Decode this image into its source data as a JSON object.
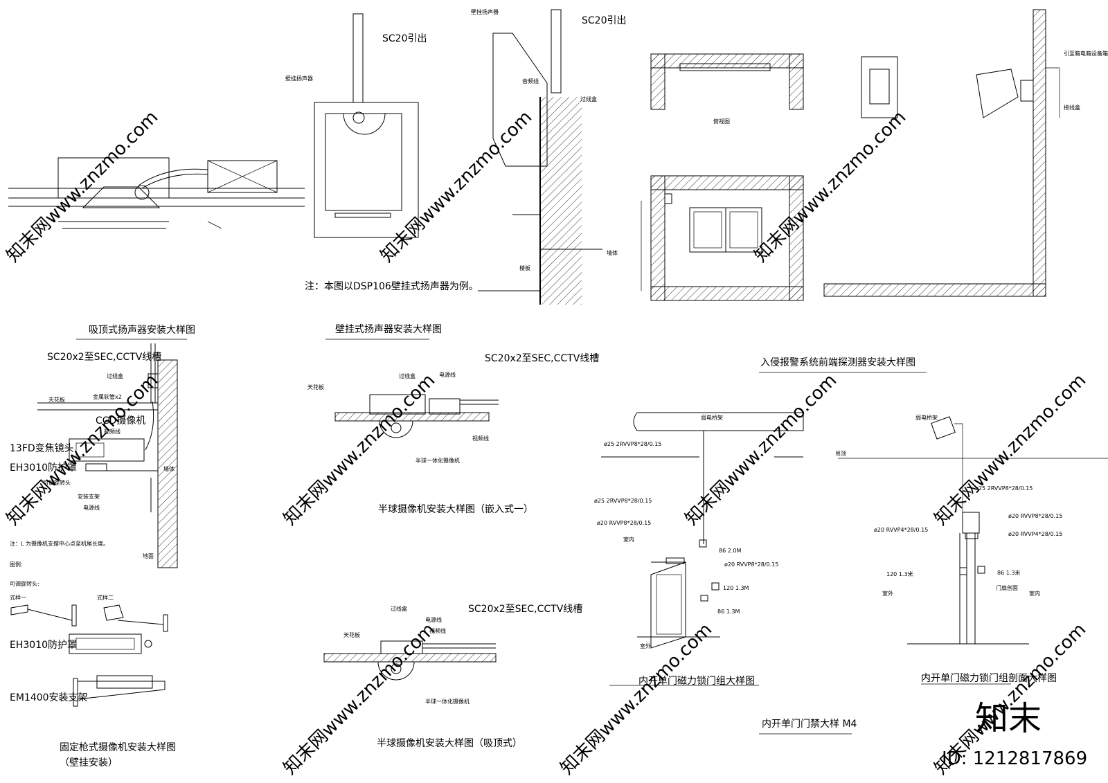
{
  "titles": {
    "ceiling_speaker": "吸顶式扬声器安装大样图",
    "wall_speaker": "壁挂式扬声器安装大样图",
    "intrusion": "入侵报警系统前端探测器安装大样图",
    "fixed_camera_1": "固定枪式摄像机安装大样图",
    "fixed_camera_2": "（壁挂安装）",
    "dome_embedded": "半球摄像机安装大样图（嵌入式一）",
    "dome_surface": "半球摄像机安装大样图（吸顶式）",
    "door_elevation": "内开单门磁力锁门组大样图",
    "door_section": "内开单门磁力锁门组剖面大样图",
    "door_access": "内开单门门禁大样  M4"
  },
  "labels": {
    "sc20_out": "SC20引出",
    "wall_speaker": "壁挂扬声器",
    "audio_line": "音频线",
    "junction_box": "过线盒",
    "wall": "墙体",
    "floor": "楼板",
    "note_dsp": "注：本图以DSP106壁挂式扬声器为例。",
    "plan_view": "俯视图",
    "leads_to_box": "引至箱电箱设备箱",
    "connect_line": "接线盒",
    "sc20x2_cctv": "SC20x2至SEC,CCTV线槽",
    "ceiling": "天花板",
    "metal_hose": "金属软管x2",
    "ccd_camera": "CCD摄像机",
    "video_line": "视频线",
    "lens_13fd": "13FD变焦镜头",
    "eh3010_cover": "EH3010防护罩",
    "adjustable_head": "可调旋转头",
    "mount_bracket": "安装支架",
    "power_line": "电源线",
    "wall_body": "墙体",
    "ground": "地面",
    "note_l": "注：L 为摄像机支撑中心点至机尾长度。",
    "legend": "图例:",
    "adjustable_rot": "可调旋转头:",
    "style_1": "式样一",
    "style_2": "式样二",
    "eh3010": "EH3010防护罩",
    "em1400": "EM1400安装支架",
    "dome_camera": "半球一体化摄像机",
    "weak_tray": "弱电桥架",
    "ceiling_line": "吊顶",
    "c1": "ø25   2RVVP8*28/0.15",
    "c2": "ø25   2RVVP8*28/0.15",
    "c3": "ø20   RVVP8*28/0.15",
    "c4": "ø20   RVVP8*28/0.15",
    "c5": "86  2.0M",
    "c6": "120  1.3M",
    "c7": "86  1.3M",
    "c8": "ø25   2RVVP8*28/0.15",
    "c9": "ø20   RVVP8*28/0.15",
    "c10": "ø20   RVVP4*28/0.15",
    "c11": "ø20   RVVP4*28/0.15",
    "c12": "86  1.3米",
    "c13": "120  1.3米",
    "indoor": "室内",
    "outdoor": "室外",
    "door_section_lbl": "门扇剖面",
    "logo": "知末",
    "id": "ID: 1212817869"
  },
  "watermark": "知末网www.znzmo.com"
}
